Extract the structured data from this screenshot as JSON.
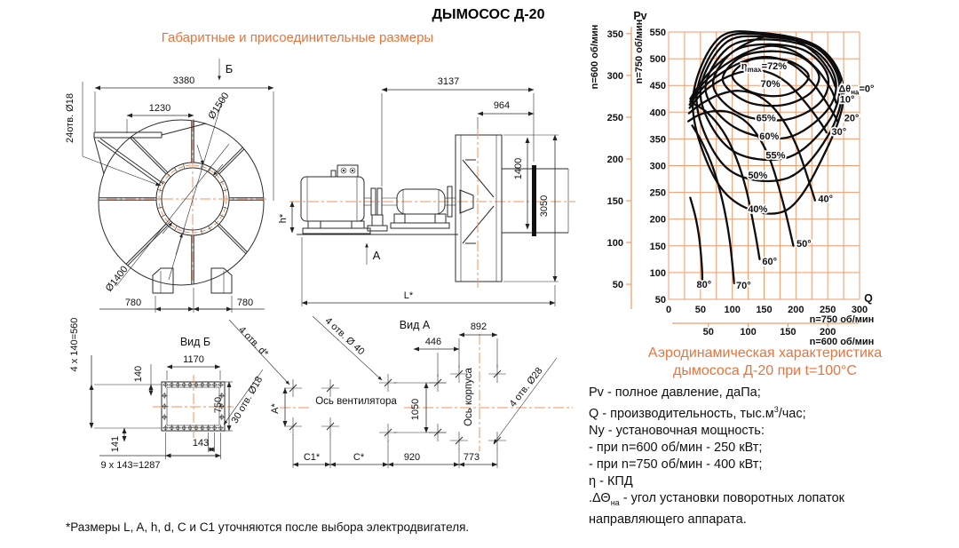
{
  "title": "ДЫМОСОС Д-20",
  "subtitle": "Габаритные и присоединительные размеры",
  "footnote": "*Размеры  L, A, h, d, C и C1 уточняются после выбора электродвигателя.",
  "chart_title_line1": "Аэродинамическая характеристика",
  "chart_title_line2": "дымососа Д-20 при t=100°C",
  "colors": {
    "accent": "#e8743b",
    "grid": "#f09a6c",
    "centerline": "#f0925f",
    "curve": "#0d0d0d"
  },
  "legend": {
    "line_pv": "Pv - полное давление, даПа;",
    "line_q_pre": "Q - производительность, тыс.м",
    "line_q_sup": "3",
    "line_q_post": "/час;",
    "line_ny": "Ny - установочная мощность:",
    "line_n600": "- при n=600 об/мин - 250 кВт;",
    "line_n750": "- при n=750 об/мин - 400 кВт;",
    "line_eta": "η - КПД",
    "line_dt_pre": ".ΔΘ",
    "line_dt_sub": "на",
    "line_dt_post": " - угол установки поворотных лопаток",
    "line_dt2": "направляющего аппарата."
  },
  "chart_data": {
    "type": "line",
    "title": "Аэродинамическая характеристика дымососа Д-20 при t=100°C",
    "x_label": "Q",
    "y_label": "Pv",
    "x_axis_primary": {
      "name": "n=750 об/мин",
      "ticks": [
        0,
        50,
        100,
        150,
        200,
        250,
        300
      ],
      "range": [
        0,
        300
      ]
    },
    "x_axis_secondary": {
      "name": "n=600 об/мин",
      "ticks": [
        50,
        100,
        150,
        200
      ],
      "scale_ratio": 1.25
    },
    "y_axis_primary": {
      "name": "n=750 об/мин",
      "ticks": [
        550,
        500,
        450,
        400,
        350,
        300,
        250,
        200,
        150,
        100,
        50
      ],
      "range": [
        50,
        550
      ]
    },
    "y_axis_secondary": {
      "name": "n=600 об/мин",
      "ticks": [
        350,
        300,
        250,
        200,
        150,
        100,
        50
      ],
      "scale_ratio": 1.5625
    },
    "grid": {
      "x_step": 25,
      "y_step": 50,
      "on": true
    },
    "delta_label": {
      "pre": "Δθ",
      "sub": "на",
      "post": "=0°"
    },
    "eta_label": {
      "pre": "η",
      "sub": "max",
      "post": "=72%"
    },
    "blade_angle_curves": [
      {
        "label": "0°",
        "use_delta_label": true,
        "label_at": [
          267,
          438
        ],
        "points": [
          [
            34,
            425
          ],
          [
            55,
            462
          ],
          [
            85,
            498
          ],
          [
            120,
            527
          ],
          [
            160,
            543
          ],
          [
            200,
            534
          ],
          [
            232,
            508
          ],
          [
            252,
            477
          ],
          [
            262,
            448
          ]
        ]
      },
      {
        "label": "10°",
        "label_at": [
          269,
          418
        ],
        "points": [
          [
            34,
            420
          ],
          [
            55,
            455
          ],
          [
            88,
            488
          ],
          [
            125,
            513
          ],
          [
            163,
            524
          ],
          [
            200,
            512
          ],
          [
            232,
            482
          ],
          [
            255,
            443
          ],
          [
            263,
            418
          ]
        ]
      },
      {
        "label": "20°",
        "label_at": [
          276,
          383
        ],
        "points": [
          [
            33,
            414
          ],
          [
            55,
            447
          ],
          [
            88,
            477
          ],
          [
            125,
            498
          ],
          [
            160,
            503
          ],
          [
            196,
            488
          ],
          [
            228,
            452
          ],
          [
            255,
            405
          ],
          [
            266,
            382
          ]
        ]
      },
      {
        "label": "30°",
        "label_at": [
          256,
          357
        ],
        "points": [
          [
            33,
            408
          ],
          [
            55,
            438
          ],
          [
            85,
            462
          ],
          [
            118,
            476
          ],
          [
            152,
            476
          ],
          [
            185,
            456
          ],
          [
            215,
            418
          ],
          [
            240,
            378
          ],
          [
            248,
            362
          ]
        ]
      },
      {
        "label": "40°",
        "label_at": [
          235,
          232
        ],
        "points": [
          [
            32,
            398
          ],
          [
            52,
            416
          ],
          [
            80,
            433
          ],
          [
            110,
            440
          ],
          [
            142,
            430
          ],
          [
            172,
            398
          ],
          [
            200,
            340
          ],
          [
            222,
            265
          ],
          [
            230,
            235
          ]
        ]
      },
      {
        "label": "50°",
        "label_at": [
          201,
          148
        ],
        "points": [
          [
            31,
            383
          ],
          [
            48,
            395
          ],
          [
            72,
            402
          ],
          [
            100,
            398
          ],
          [
            130,
            372
          ],
          [
            158,
            315
          ],
          [
            180,
            230
          ],
          [
            196,
            150
          ]
        ]
      },
      {
        "label": "60°",
        "label_at": [
          147,
          115
        ],
        "points": [
          [
            40,
            415
          ],
          [
            60,
            400
          ],
          [
            85,
            365
          ],
          [
            105,
            318
          ],
          [
            122,
            255
          ],
          [
            135,
            180
          ],
          [
            143,
            125
          ]
        ]
      },
      {
        "label": "70°",
        "label_at": [
          106,
          70
        ],
        "points": [
          [
            37,
            375
          ],
          [
            52,
            345
          ],
          [
            70,
            295
          ],
          [
            85,
            232
          ],
          [
            96,
            160
          ],
          [
            103,
            80
          ]
        ]
      },
      {
        "label": "80°",
        "label_at": [
          44,
          72
        ],
        "points": [
          [
            34,
            240
          ],
          [
            42,
            205
          ],
          [
            48,
            165
          ],
          [
            52,
            115
          ],
          [
            53,
            85
          ]
        ]
      }
    ],
    "efficiency_contours": [
      {
        "label": "72%",
        "use_eta_label": true,
        "label_at": [
          150,
          480
        ],
        "points": [
          [
            100,
            468
          ],
          [
            125,
            496
          ],
          [
            160,
            501
          ],
          [
            195,
            493
          ],
          [
            220,
            468
          ],
          [
            200,
            440
          ],
          [
            165,
            430
          ],
          [
            125,
            440
          ]
        ]
      },
      {
        "label": "70%",
        "label_at": [
          160,
          447
        ],
        "points": [
          [
            85,
            460
          ],
          [
            112,
            502
          ],
          [
            160,
            514
          ],
          [
            207,
            504
          ],
          [
            236,
            470
          ],
          [
            222,
            435
          ],
          [
            178,
            413
          ],
          [
            122,
            420
          ]
        ]
      },
      {
        "label": "65%",
        "label_at": [
          153,
          383
        ],
        "points": [
          [
            70,
            450
          ],
          [
            100,
            512
          ],
          [
            155,
            527
          ],
          [
            216,
            514
          ],
          [
            250,
            468
          ],
          [
            238,
            418
          ],
          [
            184,
            386
          ],
          [
            113,
            396
          ]
        ]
      },
      {
        "label": "60%",
        "label_at": [
          158,
          349
        ],
        "points": [
          [
            58,
            442
          ],
          [
            93,
            520
          ],
          [
            155,
            536
          ],
          [
            226,
            518
          ],
          [
            262,
            462
          ],
          [
            248,
            402
          ],
          [
            184,
            352
          ],
          [
            103,
            372
          ]
        ]
      },
      {
        "label": "55%",
        "label_at": [
          168,
          313
        ],
        "points": [
          [
            50,
            432
          ],
          [
            88,
            528
          ],
          [
            152,
            541
          ],
          [
            232,
            520
          ],
          [
            268,
            455
          ],
          [
            250,
            380
          ],
          [
            186,
            315
          ],
          [
            98,
            330
          ]
        ]
      },
      {
        "label": "50%",
        "label_at": [
          140,
          276
        ],
        "points": [
          [
            44,
            420
          ],
          [
            82,
            532
          ],
          [
            150,
            545
          ],
          [
            236,
            520
          ],
          [
            272,
            448
          ],
          [
            250,
            355
          ],
          [
            185,
            276
          ],
          [
            92,
            295
          ]
        ]
      },
      {
        "label": "40%",
        "label_at": [
          140,
          213
        ],
        "points": [
          [
            38,
            408
          ],
          [
            76,
            535
          ],
          [
            148,
            548
          ],
          [
            238,
            520
          ],
          [
            275,
            440
          ],
          [
            248,
            330
          ],
          [
            182,
            215
          ],
          [
            88,
            250
          ]
        ]
      }
    ]
  },
  "drawing": {
    "front_view": {
      "section_marker": "Б",
      "dim_overall_width": "3380",
      "dim_outlet": "1230",
      "label_flange": "Ø1500",
      "label_holes": "24отв.  Ø18",
      "label_inlet": "Ø1400",
      "dim_foot_left": "780",
      "dim_foot_right": "780"
    },
    "side_view": {
      "dim_length": "3137",
      "dim_inlet_depth": "964",
      "dim_inlet_dia": "1400",
      "dim_housing_dia": "3050",
      "dim_height": "h*",
      "dim_overall_length": "L*",
      "view_marker": "А"
    },
    "view_b": {
      "title": "Вид Б",
      "dim_width": "1170",
      "dim_left_total": "4 х 140=560",
      "dim_left_pitch": "140",
      "dim_edge": "141",
      "dim_bottom_total": "9 х 143=1287",
      "dim_bottom_pitch": "143",
      "dim_height": "750",
      "label_holes": "30 отв. Ø18"
    },
    "view_a": {
      "title": "Вид А",
      "label_holes_d": "4  отв. d*",
      "label_holes_40": "4  отв.  Ø 40",
      "label_holes_28": "4  отв.  Ø28",
      "label_fan_axis": "Ось вентилятора",
      "label_housing_axis": "Ось корпуса",
      "dim_a": "А*",
      "dim_892": "892",
      "dim_446": "446",
      "dim_1050": "1050",
      "dim_c1": "C1*",
      "dim_c": "C*",
      "dim_920": "920",
      "dim_773": "773"
    }
  }
}
